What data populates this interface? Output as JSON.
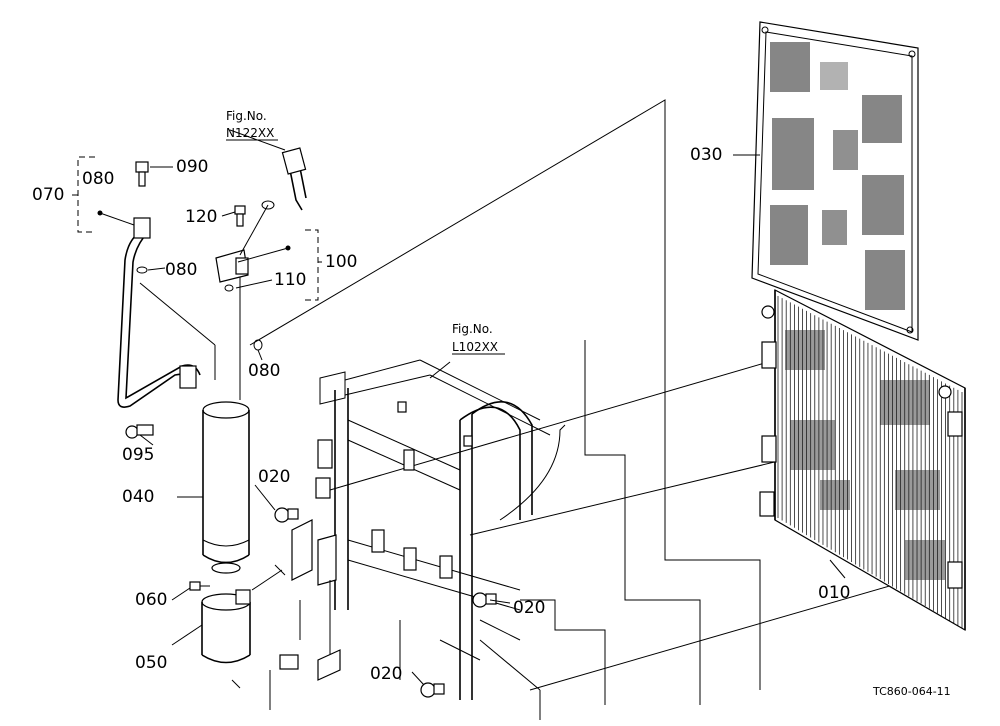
{
  "labels": {
    "p010": "010",
    "p020a": "020",
    "p020b": "020",
    "p020c": "020",
    "p030": "030",
    "p040": "040",
    "p050": "050",
    "p060": "060",
    "p070": "070",
    "p080a": "080",
    "p080b": "080",
    "p080c": "080",
    "p090": "090",
    "p095": "095",
    "p100": "100",
    "p110": "110",
    "p120": "120"
  },
  "fig_refs": {
    "hose": {
      "line1": "Fig.No.",
      "line2": "N122XX"
    },
    "frame": {
      "line1": "Fig.No.",
      "line2": "L102XX"
    }
  },
  "drawing_code": "TC860-064-11"
}
